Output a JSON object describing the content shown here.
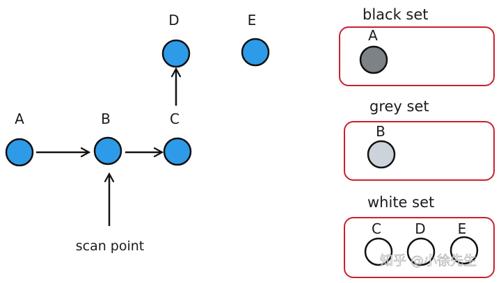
{
  "graph": {
    "nodes": [
      {
        "id": "A",
        "label": "A"
      },
      {
        "id": "B",
        "label": "B"
      },
      {
        "id": "C",
        "label": "C"
      },
      {
        "id": "D",
        "label": "D"
      },
      {
        "id": "E",
        "label": "E"
      }
    ],
    "edges": [
      {
        "from": "A",
        "to": "B"
      },
      {
        "from": "B",
        "to": "C"
      },
      {
        "from": "C",
        "to": "D"
      }
    ],
    "scan_pointer": {
      "target": "B",
      "label": "scan point"
    },
    "node_color": "#2d9be8"
  },
  "sets": [
    {
      "name": "black set",
      "color": "#7d8287",
      "members": [
        "A"
      ]
    },
    {
      "name": "grey set",
      "color": "#cdd3db",
      "members": [
        "B"
      ]
    },
    {
      "name": "white set",
      "color": "#ffffff",
      "members": [
        "C",
        "D",
        "E"
      ]
    }
  ],
  "colors": {
    "set_border": "#c8202e",
    "stroke": "#111111"
  },
  "watermark": "知乎 @小徐先生"
}
